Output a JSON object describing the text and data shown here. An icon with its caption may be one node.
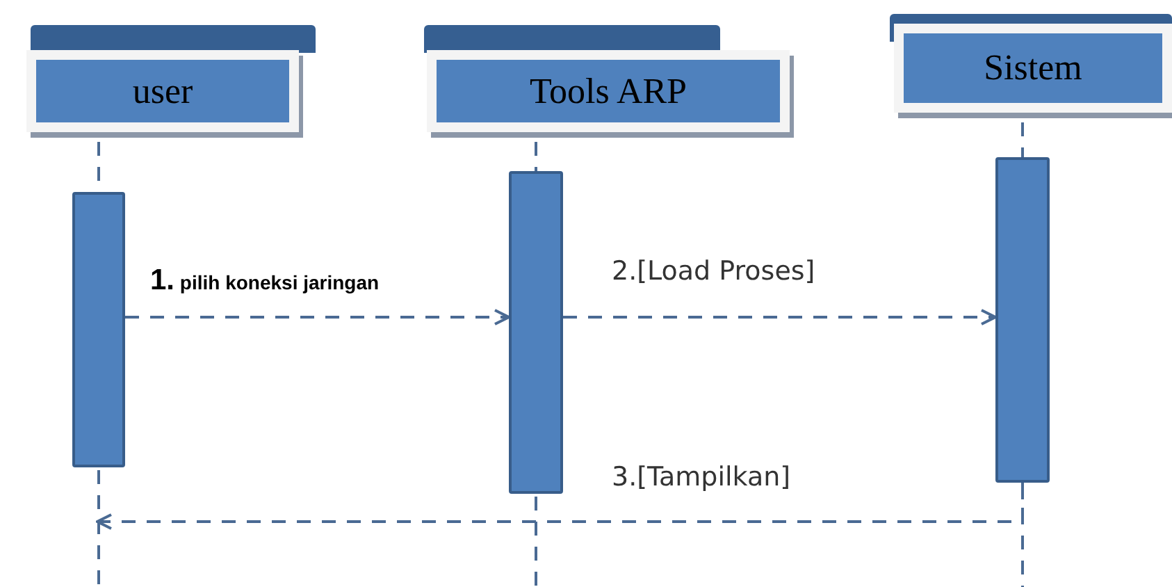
{
  "diagram": {
    "nodes": [
      {
        "text": [
          "user"
        ]
      },
      {
        "text": [
          "Tools ARP"
        ]
      },
      {
        "text": [
          "Sistem"
        ]
      },
      {
        "text": [],
        "shape": "bar"
      },
      {
        "text": [],
        "shape": "bar"
      },
      {
        "text": [],
        "shape": "bar"
      }
    ],
    "edges": [
      {
        "from": 0,
        "to": 3,
        "arrow": "none",
        "style": "dashed"
      },
      {
        "from": 1,
        "to": 4,
        "arrow": "none",
        "style": "dashed"
      },
      {
        "from": 2,
        "to": 5,
        "arrow": "none",
        "style": "dashed"
      },
      {
        "from": 3,
        "to": 4,
        "arrow": "to",
        "style": "dashed",
        "label": "**1.** pilih koneksi jaringan"
      },
      {
        "from": 4,
        "to": 5,
        "arrow": "to",
        "style": "dashed",
        "label": "2.[Load Proses]"
      },
      {
        "from": 5,
        "to": null,
        "arrow": "to",
        "style": "dashed",
        "label": "3.[Tampilkan]"
      }
    ]
  }
}
